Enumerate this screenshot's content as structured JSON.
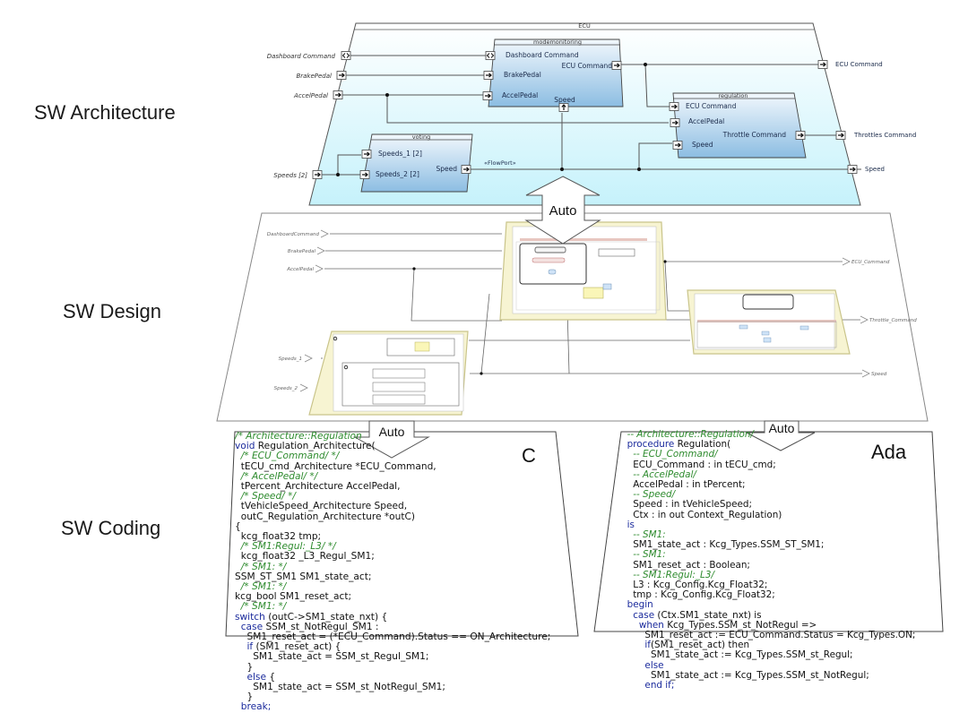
{
  "layers": {
    "architecture": "SW Architecture",
    "design": "SW Design",
    "coding": "SW Coding"
  },
  "arrows": {
    "arch_design": "Auto",
    "design_c": "Auto",
    "design_ada": "Auto"
  },
  "architecture": {
    "container_title": "ECU",
    "inputs": [
      "Dashboard Command",
      "BrakePedal",
      "AccelPedal",
      "Speeds [2]"
    ],
    "outputs": [
      "ECU Command",
      "Throttles Command",
      "Speed"
    ],
    "flowport_label": "«FlowPort»",
    "blocks": {
      "modemonitoring": {
        "title": "modemonitoring",
        "inputs": [
          "Dashboard Command",
          "BrakePedal",
          "AccelPedal"
        ],
        "outputs": [
          "ECU Command",
          "Speed"
        ]
      },
      "regulation": {
        "title": "regulation",
        "inputs": [
          "ECU Command",
          "AccelPedal",
          "Speed"
        ],
        "outputs": [
          "Throttle Command"
        ]
      },
      "voting": {
        "title": "voting",
        "inputs": [
          "Speeds_1 [2]",
          "Speeds_2 [2]"
        ],
        "outputs": [
          "Speed"
        ]
      }
    },
    "colors": {
      "plane": "#d8f6fb",
      "block_top": "#e9f3fb",
      "block_bottom": "#8fbfe3",
      "line": "#555555"
    }
  },
  "design": {
    "inputs": [
      "DashboardCommand",
      "BrakePedal",
      "AccelPedal",
      "Speeds_1",
      "Speeds_2"
    ],
    "outputs": [
      "ECU_Command",
      "Throttle_Command",
      "Speed"
    ],
    "colors": {
      "frame": "#f7f4d2",
      "frame_border": "#c9c48a"
    }
  },
  "code": {
    "c": {
      "label": "C",
      "lines": [
        {
          "t": "cm",
          "s": "/* Architecture::Regulation"
        },
        {
          "t": "mix",
          "k": "void",
          "s": " Regulation_Architecture("
        },
        {
          "t": "cm",
          "s": "  /* ECU_Command/ */"
        },
        {
          "t": "tx",
          "s": "  tECU_cmd_Architecture *ECU_Command,"
        },
        {
          "t": "cm",
          "s": "  /* AccelPedal/ */"
        },
        {
          "t": "tx",
          "s": "  tPercent_Architecture AccelPedal,"
        },
        {
          "t": "cm",
          "s": "  /* Speed/ */"
        },
        {
          "t": "tx",
          "s": "  tVehicleSpeed_Architecture Speed,"
        },
        {
          "t": "tx",
          "s": "  outC_Regulation_Architecture *outC)"
        },
        {
          "t": "tx",
          "s": "{"
        },
        {
          "t": "tx",
          "s": "  kcg_float32 tmp;"
        },
        {
          "t": "cm",
          "s": "  /* SM1:Regul:_L3/ */"
        },
        {
          "t": "tx",
          "s": "  kcg_float32 _L3_Regul_SM1;"
        },
        {
          "t": "cm",
          "s": "  /* SM1: */"
        },
        {
          "t": "tx",
          "s": "SSM_ST_SM1 SM1_state_act;"
        },
        {
          "t": "cm",
          "s": "  /* SM1: */"
        },
        {
          "t": "tx",
          "s": "kcg_bool SM1_reset_act;"
        },
        {
          "t": "cm",
          "s": "  /* SM1: */"
        },
        {
          "t": "mix",
          "k": "switch",
          "s": " (outC->SM1_state_nxt) {"
        },
        {
          "t": "mix",
          "k": "  case",
          "s": " SSM_st_NotRegul_SM1 :"
        },
        {
          "t": "tx",
          "s": "    SM1_reset_act = (*ECU_Command).Status == ON_Architecture;"
        },
        {
          "t": "mix",
          "k": "    if",
          "s": " (SM1_reset_act) {"
        },
        {
          "t": "tx",
          "s": "      SM1_state_act = SSM_st_Regul_SM1;"
        },
        {
          "t": "tx",
          "s": "    }"
        },
        {
          "t": "mix",
          "k": "    else",
          "s": " {"
        },
        {
          "t": "tx",
          "s": "      SM1_state_act = SSM_st_NotRegul_SM1;"
        },
        {
          "t": "tx",
          "s": "    }"
        },
        {
          "t": "kw",
          "s": "  break;"
        }
      ]
    },
    "ada": {
      "label": "Ada",
      "lines": [
        {
          "t": "cm",
          "s": "  -- Architecture::Regulation/"
        },
        {
          "t": "mix",
          "k": "  procedure",
          "s": " Regulation("
        },
        {
          "t": "cm",
          "s": "    -- ECU_Command/"
        },
        {
          "t": "tx",
          "s": "    ECU_Command : in tECU_cmd;"
        },
        {
          "t": "cm",
          "s": "    -- AccelPedal/"
        },
        {
          "t": "tx",
          "s": "    AccelPedal : in tPercent;"
        },
        {
          "t": "cm",
          "s": "    -- Speed/"
        },
        {
          "t": "tx",
          "s": "    Speed : in tVehicleSpeed;"
        },
        {
          "t": "tx",
          "s": "    Ctx : in out Context_Regulation)"
        },
        {
          "t": "kw",
          "s": "  is"
        },
        {
          "t": "cm",
          "s": "    -- SM1:"
        },
        {
          "t": "tx",
          "s": "    SM1_state_act : Kcg_Types.SSM_ST_SM1;"
        },
        {
          "t": "cm",
          "s": "    -- SM1:"
        },
        {
          "t": "tx",
          "s": "    SM1_reset_act : Boolean;"
        },
        {
          "t": "cm",
          "s": "    -- SM1:Regul:_L3/"
        },
        {
          "t": "tx",
          "s": "    L3 : Kcg_Config.Kcg_Float32;"
        },
        {
          "t": "tx",
          "s": "    tmp : Kcg_Config.Kcg_Float32;"
        },
        {
          "t": "kw",
          "s": "  begin"
        },
        {
          "t": "mix",
          "k": "    case",
          "s": " (Ctx.SM1_state_nxt) is"
        },
        {
          "t": "mix",
          "k": "      when",
          "s": " Kcg_Types.SSM_st_NotRegul =>"
        },
        {
          "t": "tx",
          "s": "        SM1_reset_act := ECU_Command.Status = Kcg_Types.ON;"
        },
        {
          "t": "mix",
          "k": "        if",
          "s": "(SM1_reset_act) then"
        },
        {
          "t": "tx",
          "s": "          SM1_state_act := Kcg_Types.SSM_st_Regul;"
        },
        {
          "t": "kw",
          "s": "        else"
        },
        {
          "t": "tx",
          "s": "          SM1_state_act := Kcg_Types.SSM_st_NotRegul;"
        },
        {
          "t": "kw",
          "s": "        end if;"
        }
      ]
    }
  }
}
